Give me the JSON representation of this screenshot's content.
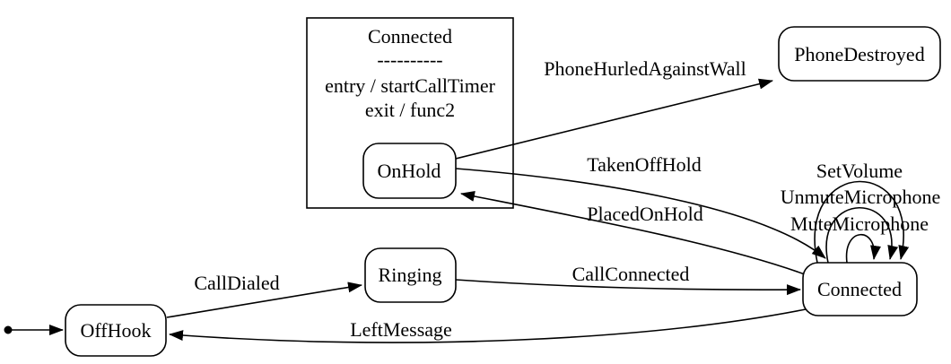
{
  "diagram": {
    "type": "state-machine",
    "colors": {
      "background": "#ffffff",
      "stroke": "#000000",
      "text": "#000000"
    },
    "cluster": {
      "title": "Connected",
      "divider": "----------",
      "entry_action": "entry / startCallTimer",
      "exit_action": "exit / func2"
    },
    "states": {
      "onhold": {
        "label": "OnHold"
      },
      "phone_destroyed": {
        "label": "PhoneDestroyed"
      },
      "connected": {
        "label": "Connected"
      },
      "ringing": {
        "label": "Ringing"
      },
      "offhook": {
        "label": "OffHook"
      }
    },
    "transitions": {
      "phone_hurled_against_wall": {
        "label": "PhoneHurledAgainstWall",
        "from": "OnHold",
        "to": "PhoneDestroyed"
      },
      "taken_off_hold": {
        "label": "TakenOffHold",
        "from": "OnHold",
        "to": "Connected"
      },
      "placed_on_hold": {
        "label": "PlacedOnHold",
        "from": "Connected",
        "to": "OnHold"
      },
      "set_volume": {
        "label": "SetVolume",
        "from": "Connected",
        "to": "Connected"
      },
      "unmute_microphone": {
        "label": "UnmuteMicrophone",
        "from": "Connected",
        "to": "Connected"
      },
      "mute_microphone": {
        "label": "MuteMicrophone",
        "from": "Connected",
        "to": "Connected"
      },
      "call_connected": {
        "label": "CallConnected",
        "from": "Ringing",
        "to": "Connected"
      },
      "call_dialed": {
        "label": "CallDialed",
        "from": "OffHook",
        "to": "Ringing"
      },
      "left_message": {
        "label": "LeftMessage",
        "from": "Connected",
        "to": "OffHook"
      },
      "start": {
        "label": "",
        "from": "initial",
        "to": "OffHook"
      }
    }
  }
}
